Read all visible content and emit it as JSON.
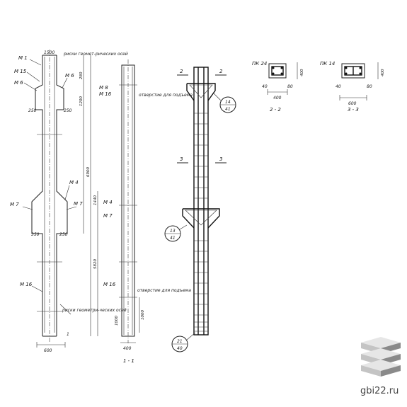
{
  "column_side_view": {
    "labels": {
      "m1": "М 1",
      "m15": "М 15",
      "m6_left": "М 6",
      "m6_right": "М 6",
      "m4": "М 4",
      "m7_left": "М 7",
      "m7_right": "М 7",
      "m16": "М 16",
      "axis_marks_top": "риски геомет-рических осей",
      "axis_marks_bottom": "риски геометри-ческих осей",
      "dim_top": "1500",
      "dim_bracket_upper": "250",
      "dim_bracket_upper_right": "250",
      "dim_bracket_lower": "350",
      "dim_bracket_lower_right": "250",
      "dim_600": "600",
      "dim_1": "1",
      "dim_total": "6900",
      "dim_5820": "5820",
      "dim_1440": "1440",
      "dim_side_280": "280",
      "dim_side_1200": "1200"
    }
  },
  "section_1_1": {
    "title": "1 - 1",
    "labels": {
      "m8": "М 8",
      "m16_top": "М 16",
      "m4": "М 4",
      "m7": "М 7",
      "m16_bottom": "М 16",
      "hole_top": "отверстие для подъема",
      "hole_bottom": "отверстие для подъема",
      "dim_400": "400",
      "dim_1000": "1000",
      "dim_1000b": "1000"
    }
  },
  "reinforcement_view": {
    "labels": {
      "sec2_left": "2",
      "sec2_right": "2",
      "sec3_left": "3",
      "sec3_right": "3",
      "callout_top_num": "14",
      "callout_top_den": "41",
      "callout_mid_num": "13",
      "callout_mid_den": "41",
      "callout_bot_num": "21",
      "callout_bot_den": "40"
    }
  },
  "section_2_2": {
    "title": "2 - 2",
    "labels": {
      "pk": "ПК 24",
      "dim_400": "400",
      "dim_40": "40",
      "dim_80": "80",
      "dim_vert": "400"
    }
  },
  "section_3_3": {
    "title": "3 - 3",
    "labels": {
      "pk": "ПК 14",
      "dim_600": "600",
      "dim_40": "40",
      "dim_80": "80",
      "dim_vert": "400"
    }
  },
  "branding": {
    "site": "gbi22.ru",
    "logo_icon": "stacked-slabs-icon",
    "colors": {
      "slab_light": "#e6e6e6",
      "slab_mid": "#c4c4c4",
      "slab_dark": "#8a8a8a"
    }
  }
}
